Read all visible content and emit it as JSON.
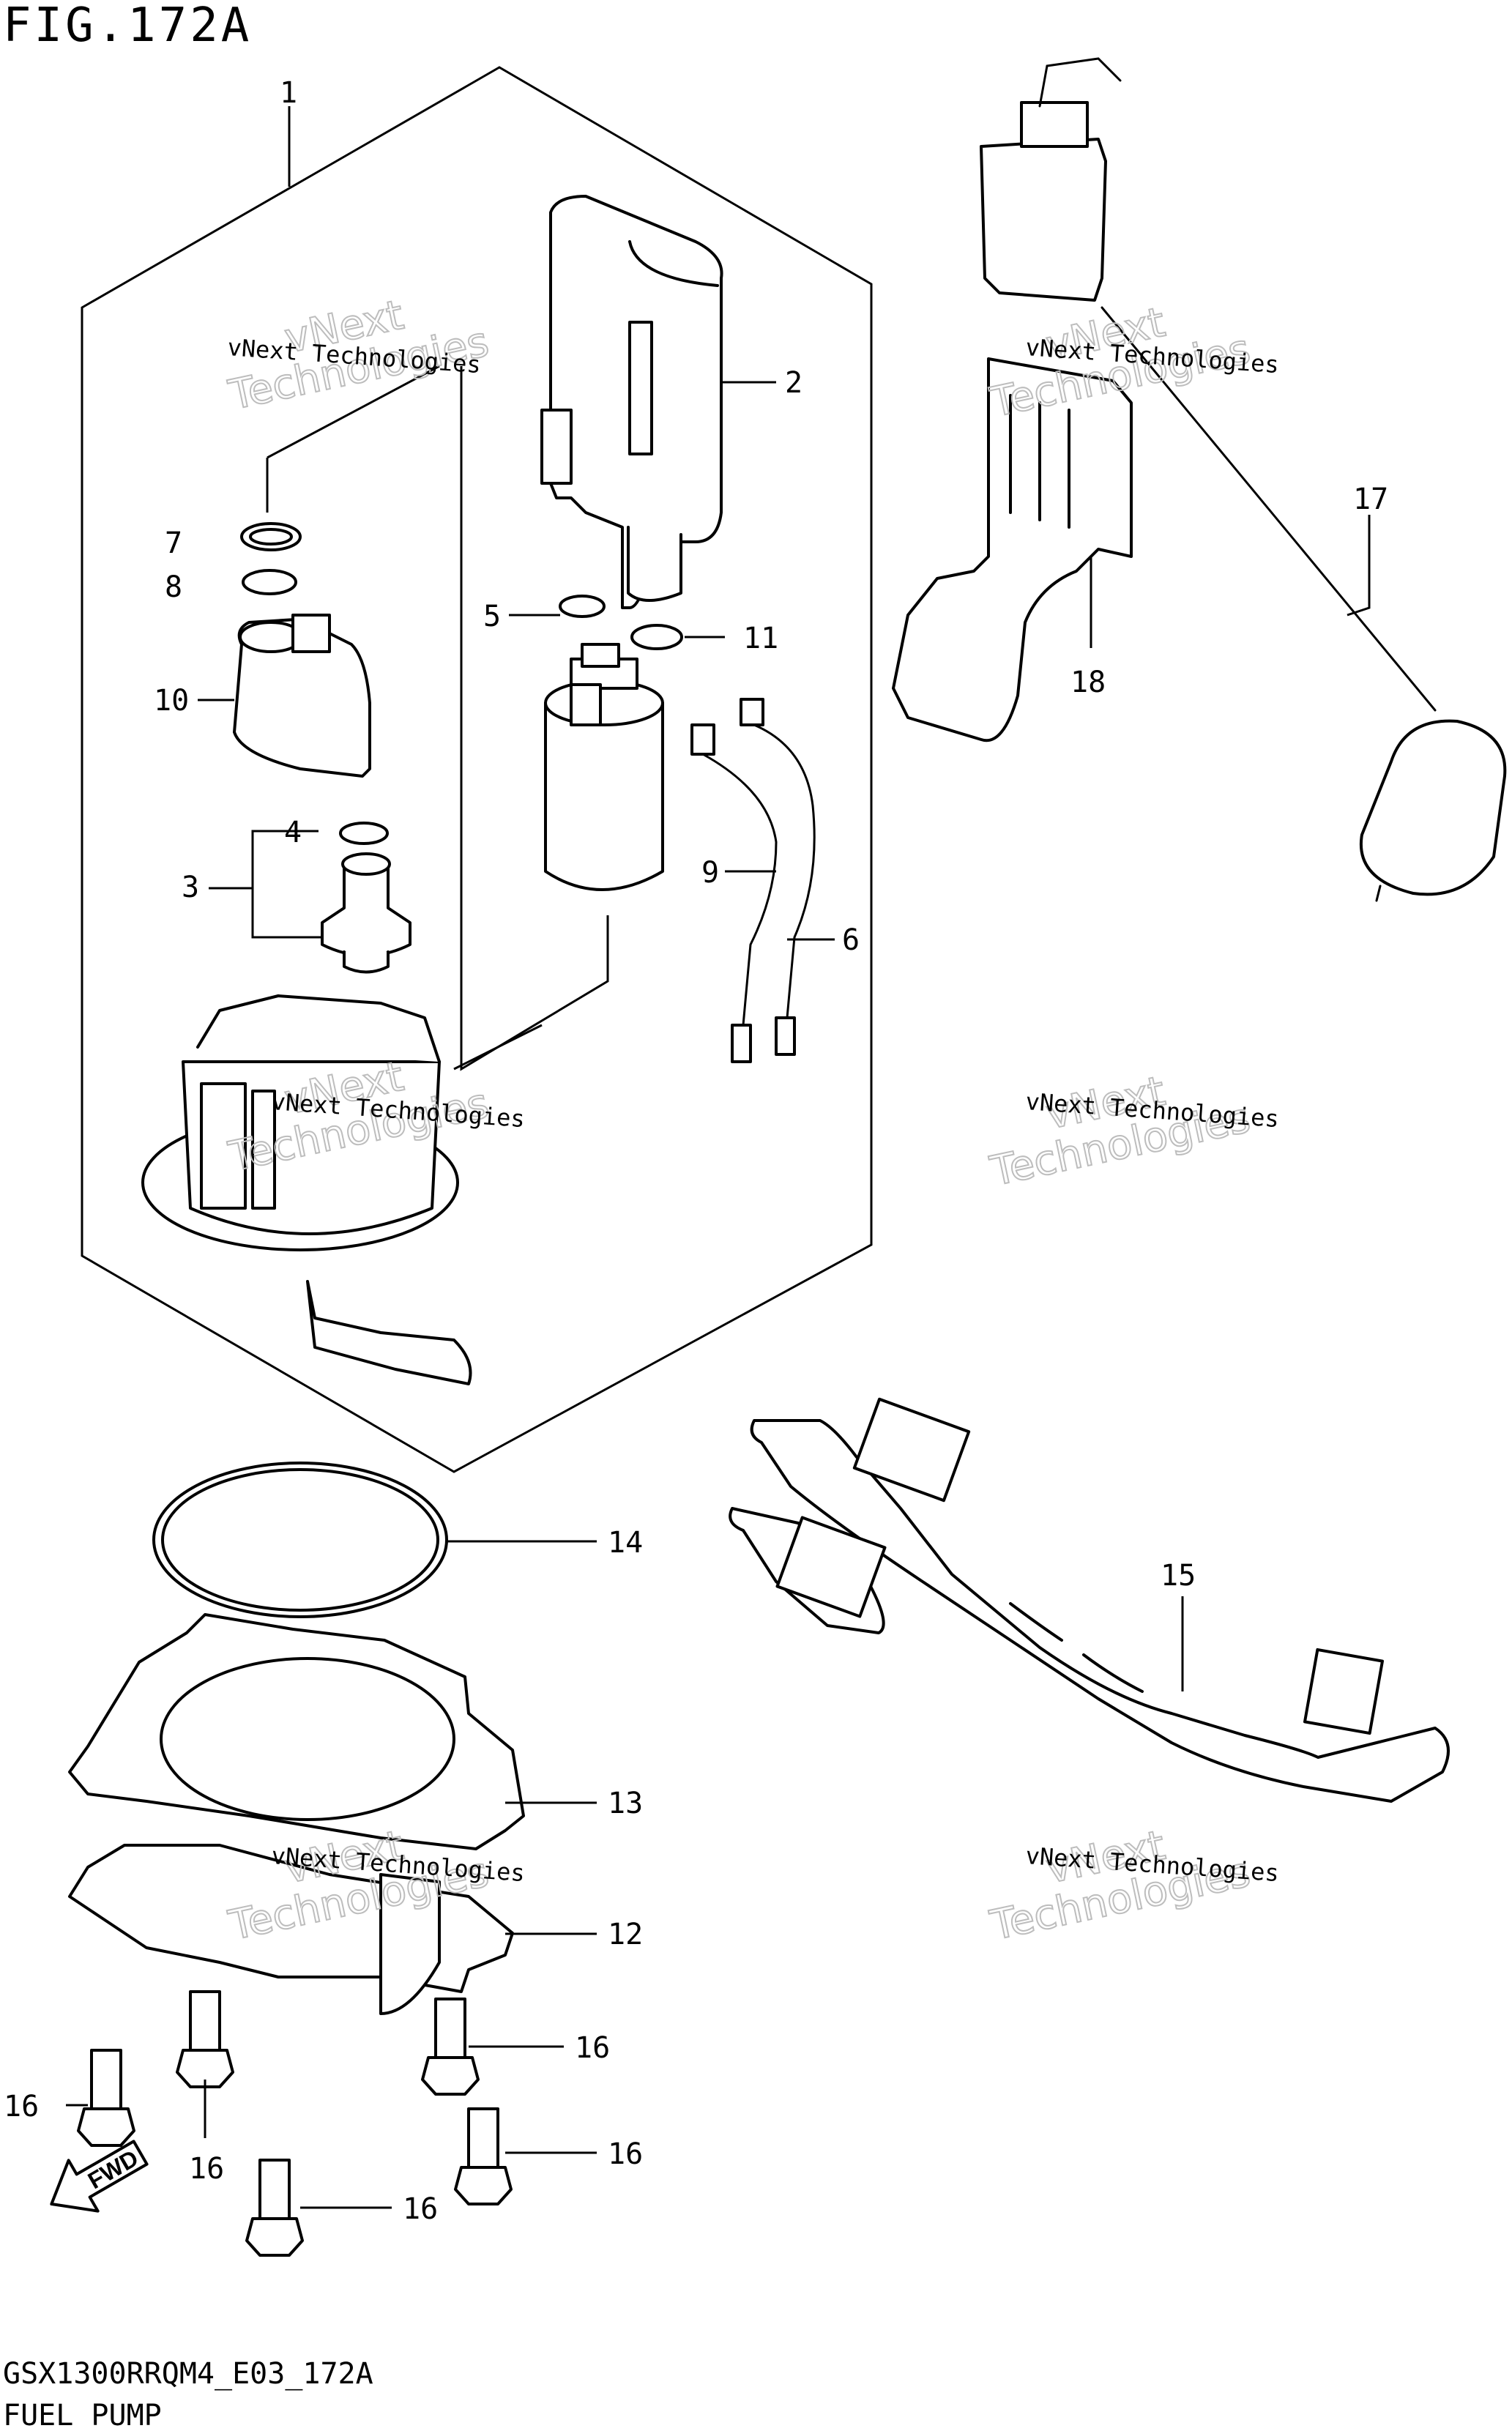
{
  "figure": {
    "title": "FIG.172A",
    "model_code": "GSX1300RRQM4_E03_172A",
    "caption": "FUEL PUMP"
  },
  "watermark": {
    "line1": "vNext Technologies",
    "line2": "vNext",
    "line3": "Technologies"
  },
  "callouts": {
    "c1": "1",
    "c2": "2",
    "c3": "3",
    "c4": "4",
    "c5": "5",
    "c6": "6",
    "c7": "7",
    "c8": "8",
    "c9": "9",
    "c10": "10",
    "c11": "11",
    "c12": "12",
    "c13": "13",
    "c14": "14",
    "c15": "15",
    "c16a": "16",
    "c16b": "16",
    "c16c": "16",
    "c16d": "16",
    "c16e": "16",
    "c17": "17",
    "c18": "18"
  },
  "fwd_label": "FWD"
}
